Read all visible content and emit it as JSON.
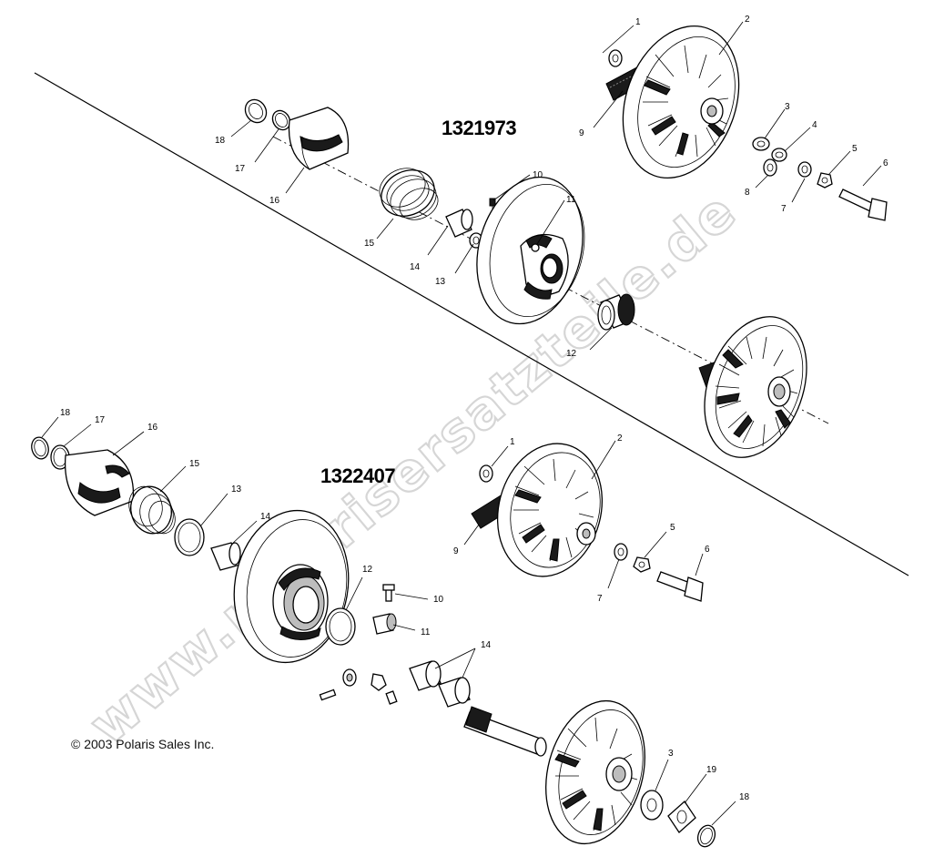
{
  "assemblies": {
    "upper_part_number": "1321973",
    "lower_part_number": "1322407"
  },
  "copyright": "© 2003 Polaris Sales Inc.",
  "watermark": "www.polarisersatzteile.de",
  "upper_callouts": [
    "1",
    "2",
    "3",
    "4",
    "5",
    "6",
    "7",
    "8",
    "9",
    "10",
    "11",
    "12",
    "13",
    "14",
    "15",
    "16",
    "17",
    "18"
  ],
  "lower_callouts": [
    "18",
    "17",
    "16",
    "15",
    "13",
    "14",
    "12",
    "10",
    "11",
    "14",
    "1",
    "2",
    "9",
    "5",
    "6",
    "7",
    "3",
    "19",
    "18"
  ]
}
